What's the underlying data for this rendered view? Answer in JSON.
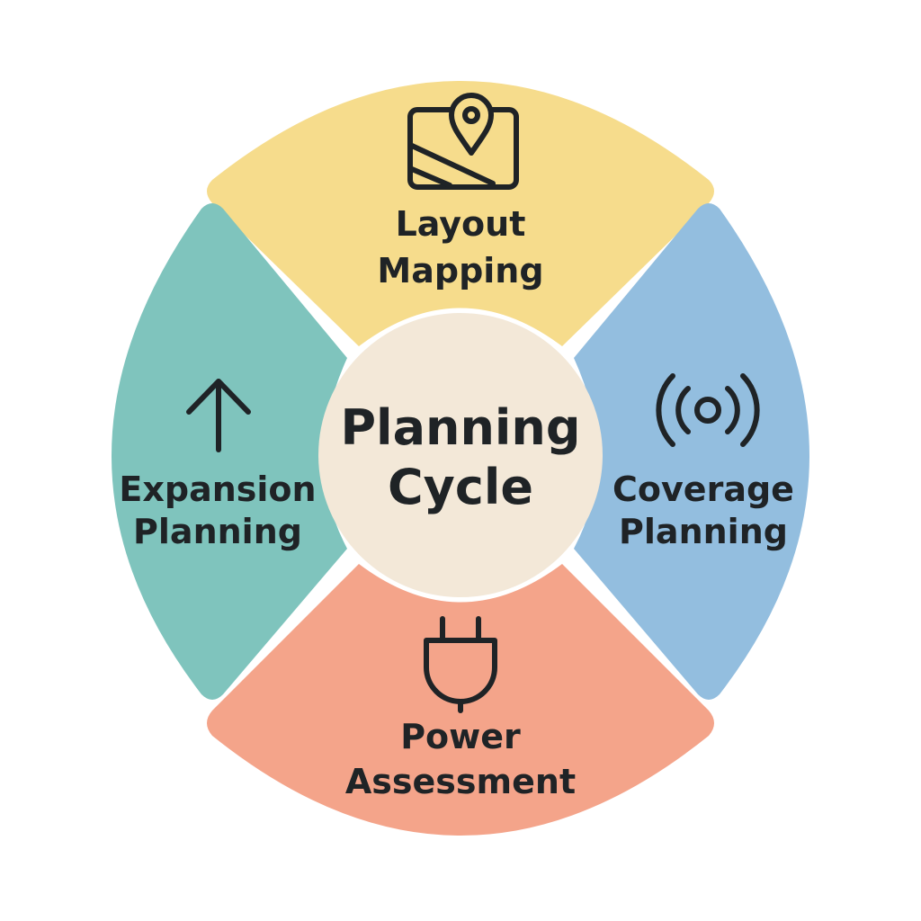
{
  "center": {
    "line1": "Planning",
    "line2": "Cycle",
    "color": "#f3e8d8"
  },
  "segments": [
    {
      "id": "layout-mapping",
      "line1": "Layout",
      "line2": "Mapping",
      "icon": "map-pin-icon",
      "color": "#f6dc8c"
    },
    {
      "id": "coverage-planning",
      "line1": "Coverage",
      "line2": "Planning",
      "icon": "wireless-signal-icon",
      "color": "#93bedf"
    },
    {
      "id": "power-assessment",
      "line1": "Power",
      "line2": "Assessment",
      "icon": "power-plug-icon",
      "color": "#f4a48a"
    },
    {
      "id": "expansion-planning",
      "line1": "Expansion",
      "line2": "Planning",
      "icon": "arrow-up-icon",
      "color": "#7fc4bd"
    }
  ]
}
